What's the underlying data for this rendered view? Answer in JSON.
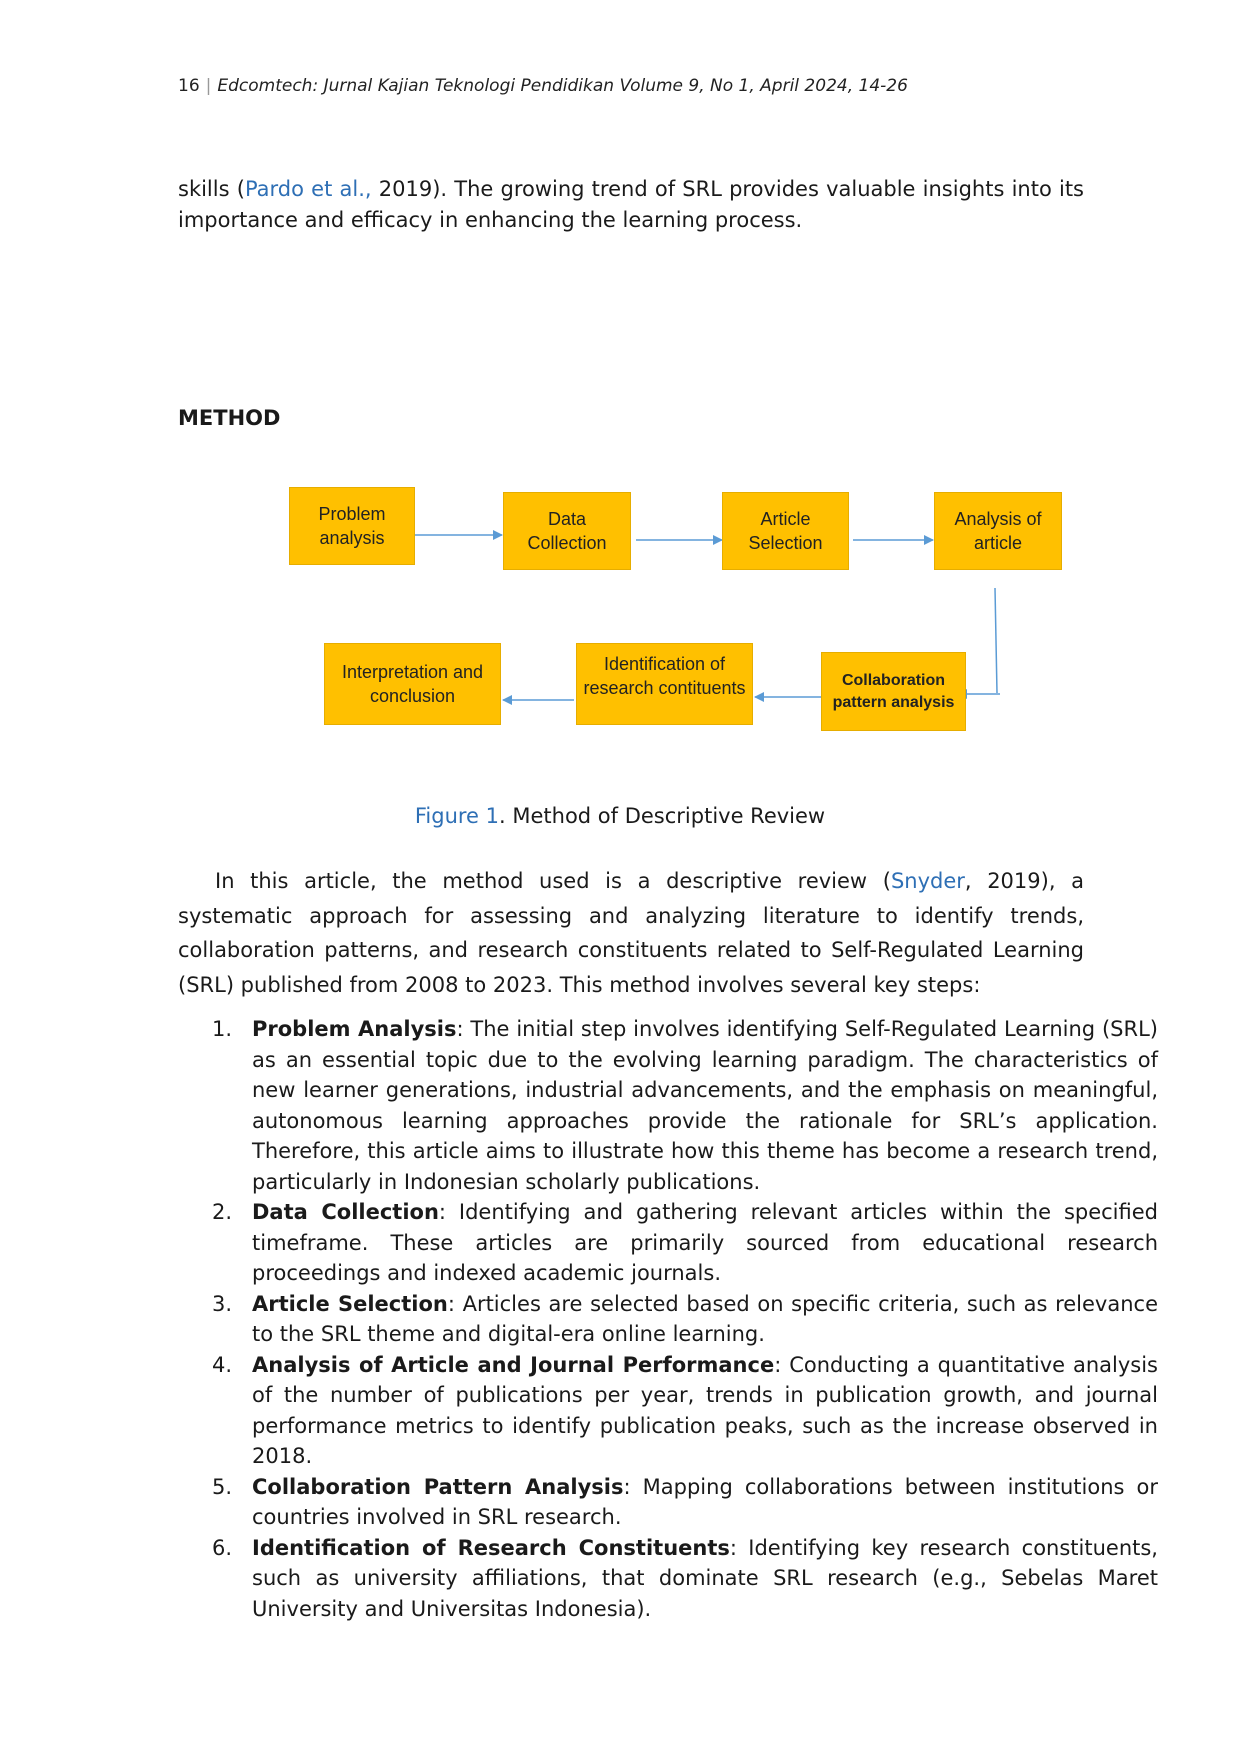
{
  "header": {
    "page_number": "16",
    "journal": "Edcomtech: Jurnal Kajian Teknologi Pendidikan Volume 9, No 1, April 2024, 14-26"
  },
  "intro": {
    "pre": "skills (",
    "cite": "Pardo et al.,",
    "post": " 2019). The growing trend of SRL provides valuable insights into its importance and efficacy in enhancing the learning process."
  },
  "section_heading": "METHOD",
  "diagram": {
    "boxes": [
      "Problem analysis",
      "Data Collection",
      "Article Selection",
      "Analysis of article",
      "Collaboration pattern analysis",
      "Identification of research contituents",
      "Interpretation and conclusion"
    ],
    "colors": {
      "box_fill": "#ffc000",
      "arrow": "#5b9bd5"
    }
  },
  "caption": {
    "figure_ref": "Figure 1",
    "text": ". Method of Descriptive Review"
  },
  "body": {
    "pre": "In this article, the method used is a descriptive review (",
    "cite": "Snyder",
    "post": ", 2019), a systematic approach for assessing and analyzing literature to identify trends, collaboration patterns, and research constituents related to Self-Regulated Learning (SRL) published from 2008 to 2023. This method involves several key steps:"
  },
  "steps": [
    {
      "num": "1.",
      "title": "Problem Analysis",
      "text": ": The initial step involves identifying Self-Regulated Learning (SRL) as an essential topic due to the evolving learning paradigm. The characteristics of new learner generations, industrial advancements, and the emphasis on meaningful, autonomous learning approaches provide the rationale for SRL’s application. Therefore, this article aims to illustrate how this theme has become a research trend, particularly in Indonesian scholarly publications."
    },
    {
      "num": "2.",
      "title": "Data Collection",
      "text": ": Identifying and gathering relevant articles within the specified timeframe. These articles are primarily sourced from educational research proceedings and indexed academic journals."
    },
    {
      "num": "3.",
      "title": "Article Selection",
      "text": ": Articles are selected based on specific criteria, such as relevance to the SRL theme and digital-era online learning."
    },
    {
      "num": "4.",
      "title": "Analysis of Article and Journal Performance",
      "text": ": Conducting a quantitative analysis of the number of publications per year, trends in publication growth, and journal performance metrics to identify publication peaks, such as the increase observed in 2018."
    },
    {
      "num": "5.",
      "title": "Collaboration Pattern Analysis",
      "text": ": Mapping collaborations between institutions or countries involved in SRL research."
    },
    {
      "num": "6.",
      "title": "Identification of Research Constituents",
      "text": ": Identifying key research constituents, such as university affiliations, that dominate SRL research (e.g., Sebelas Maret University and Universitas Indonesia)."
    }
  ]
}
